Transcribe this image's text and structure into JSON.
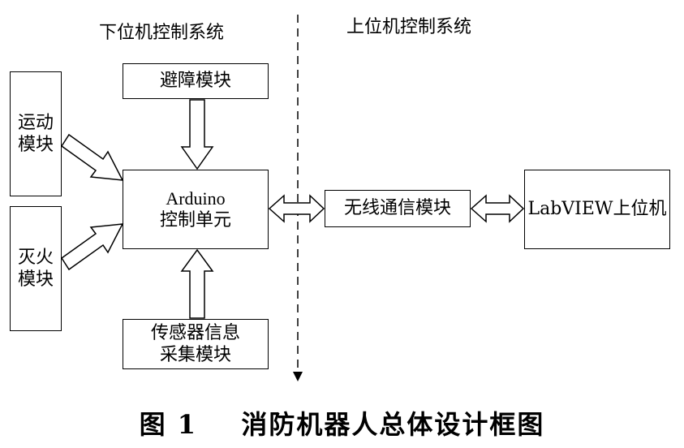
{
  "sections": {
    "lower": "下位机控制系统",
    "upper": "上位机控制系统"
  },
  "modules": {
    "obstacle": "避障模块",
    "motion_line1": "运动",
    "motion_line2": "模块",
    "fire_line1": "灭火",
    "fire_line2": "模块",
    "arduino_line1": "Arduino",
    "arduino_line2": "控制单元",
    "sensor_line1": "传感器信息",
    "sensor_line2": "采集模块",
    "wireless": "无线通信模块",
    "labview": "LabVIEW上位机"
  },
  "caption": {
    "figure_no": "图 1",
    "title": "消防机器人总体设计框图"
  }
}
